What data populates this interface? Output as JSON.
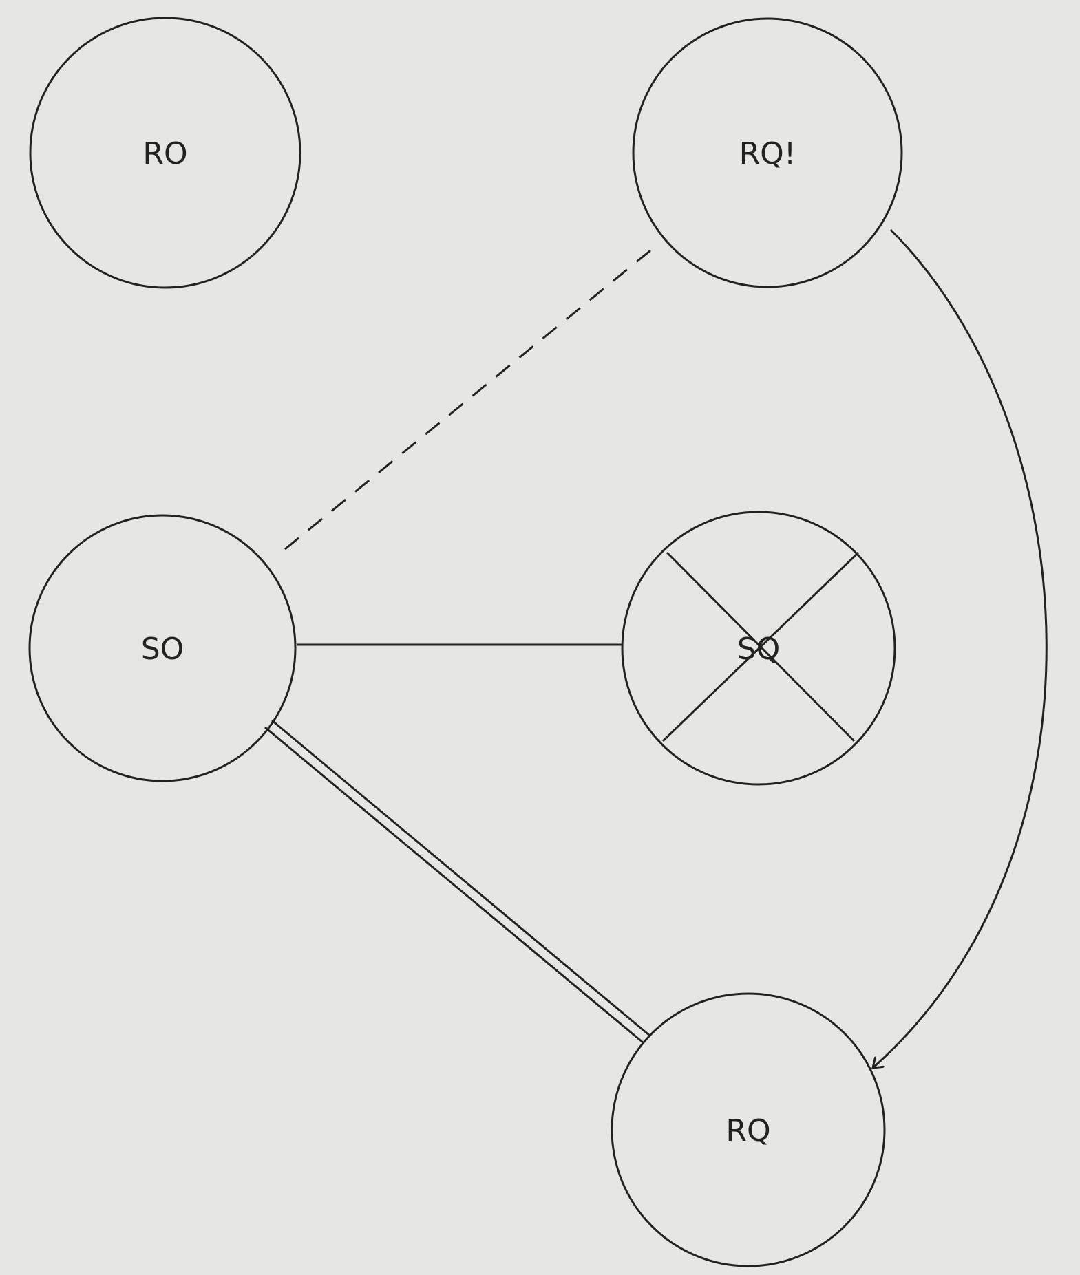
{
  "nodes": {
    "ro": {
      "label": "RO"
    },
    "rq_bang": {
      "label": "RQ!"
    },
    "so": {
      "label": "SO"
    },
    "sq": {
      "label": "SQ",
      "crossed_out": true
    },
    "rq": {
      "label": "RQ"
    }
  },
  "edges": [
    {
      "from": "RQ!",
      "to": "SO",
      "style": "dashed"
    },
    {
      "from": "SO",
      "to": "SQ",
      "style": "solid"
    },
    {
      "from": "SO",
      "to": "RQ",
      "style": "double"
    },
    {
      "from": "RQ!",
      "to": "RQ",
      "style": "curved-arrow"
    }
  ],
  "colors": {
    "stroke": "#222222",
    "background": "#e6e6e3"
  }
}
